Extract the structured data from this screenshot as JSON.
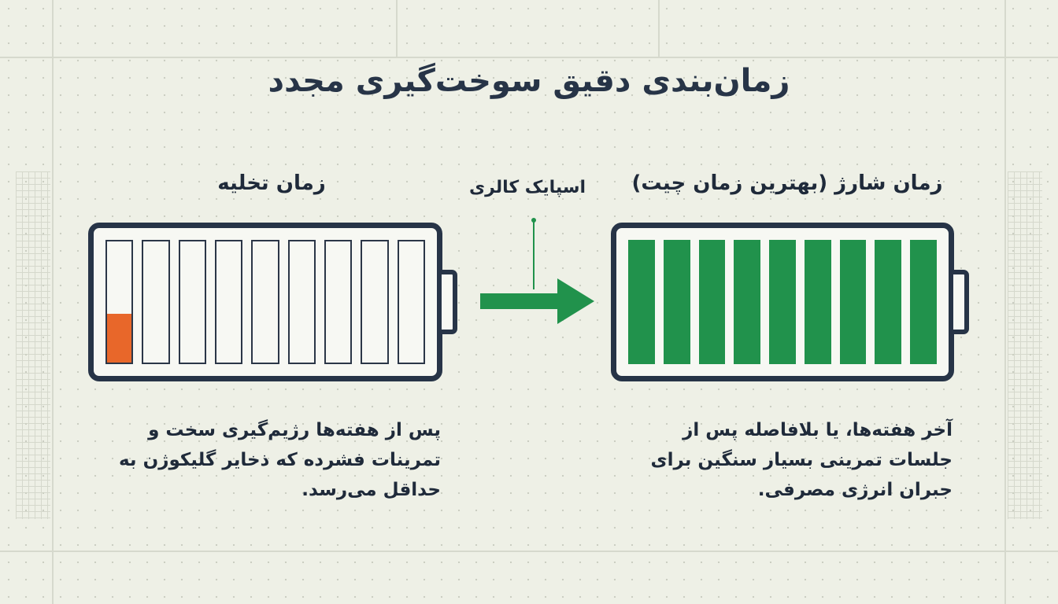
{
  "title": "زمان‌بندی دقیق سوخت‌گیری مجدد",
  "depletion": {
    "heading": "زمان تخلیه",
    "description": "پس از هفته‌ها رژیم‌گیری سخت و تمرینات فشرده که ذخایر گلیکوژن به حداقل می‌رسد.",
    "cell_count": 9,
    "filled_fraction_first_cell": 0.4
  },
  "arrow": {
    "label": "اسپایک کالری"
  },
  "charge": {
    "heading": "زمان شارژ (بهترین زمان چیت)",
    "description": "آخر هفته‌ها، یا بلافاصله پس از جلسات تمرینی بسیار سنگین برای جبران انرژی مصرفی.",
    "cell_count": 9
  },
  "colors": {
    "outline": "#273447",
    "green": "#21924c",
    "orange": "#e8672a",
    "background": "#eef0e6"
  }
}
